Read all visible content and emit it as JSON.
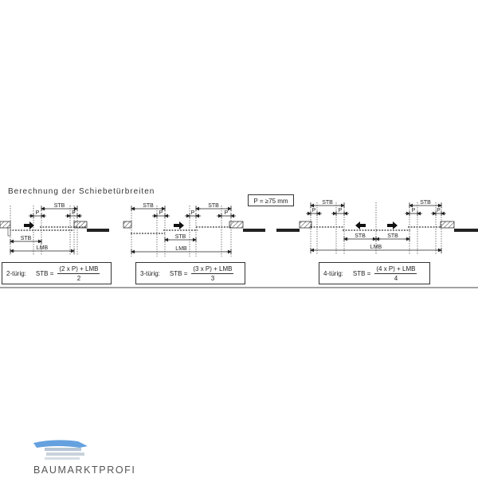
{
  "title": "Berechnung der Schiebetürbreiten",
  "p_box": "P = ≥75 mm",
  "dim_labels": {
    "stb": "STB",
    "p": "P",
    "lmb": "LMB"
  },
  "formulas": [
    {
      "name": "2-türig:",
      "stb": "STB =",
      "numerator": "(2 x P) + LMB",
      "denominator": "2"
    },
    {
      "name": "3-türig:",
      "stb": "STB =",
      "numerator": "(3 x P) + LMB",
      "denominator": "3"
    },
    {
      "name": "4-türig:",
      "stb": "STB =",
      "numerator": "(4 x P) + LMB",
      "denominator": "4"
    }
  ],
  "logo": {
    "text": "BAUMARKTPROFI",
    "accent_color": "#4a90d9"
  }
}
